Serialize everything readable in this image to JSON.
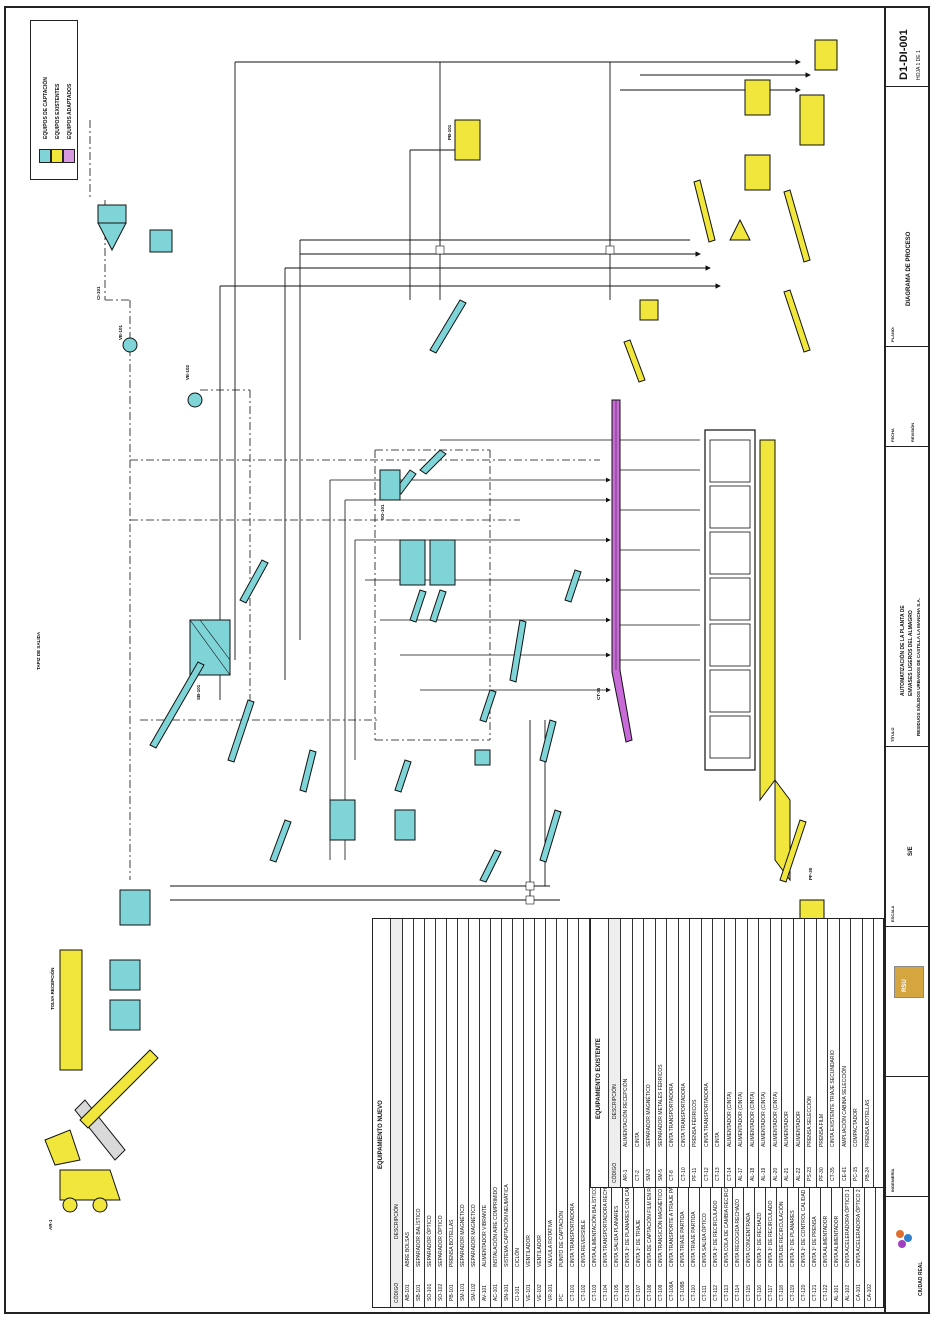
{
  "legend": {
    "items": [
      {
        "label": "EQUIPOS DE CAPTACIÓN",
        "color": "#7fd4d8"
      },
      {
        "label": "EQUIPOS EXISTENTES",
        "color": "#f0e63c"
      },
      {
        "label": "EQUIPOS ADAPTADOS",
        "color": "#d79ae0"
      }
    ]
  },
  "colors": {
    "cyan": "#7fd4d8",
    "yellow": "#f0e63c",
    "violet": "#c86ad8",
    "ink": "#111111"
  },
  "drawing_label": "TAPIZ DE SALIDA",
  "new_equipment": {
    "title": "EQUIPAMIENTO NUEVO",
    "headers": [
      "CÓDIGO",
      "DESCRIPCIÓN"
    ],
    "rows": [
      [
        "AB-101",
        "ABRE BOLSAS"
      ],
      [
        "SB-101",
        "SEPARADOR BALÍSTICO"
      ],
      [
        "SO-101",
        "SEPARADOR ÓPTICO"
      ],
      [
        "SO-102",
        "SEPARADOR ÓPTICO"
      ],
      [
        "PB-101",
        "PRENSA BOTELLAS"
      ],
      [
        "SM-101",
        "SEPARADOR MAGNÉTICO"
      ],
      [
        "SM-102",
        "SEPARADOR MAGNÉTICO"
      ],
      [
        "AV-101",
        "ALIMENTADOR VIBRANTE"
      ],
      [
        "AC-101",
        "INSTALACIÓN AIRE COMPRIMIDO"
      ],
      [
        "SN-101",
        "SISTEMA CAPTACIÓN NEUMÁTICA"
      ],
      [
        "CI-101",
        "CICLÓN"
      ],
      [
        "VE-101",
        "VENTILADOR"
      ],
      [
        "VE-102",
        "VENTILADOR"
      ],
      [
        "VR-101",
        "VÁLVULA ROTATIVA"
      ],
      [
        "PC",
        "PUNTO DE CAPTACIÓN"
      ],
      [
        "CT-101",
        "CINTA TRANSPORTADORA"
      ],
      [
        "CT-102",
        "CINTA REVERSIBLE"
      ],
      [
        "CT-103",
        "CINTA ALIMENTACIÓN BALÍSTICO"
      ],
      [
        "CT-104",
        "CINTA TRANSPORTADORA RECHAZOS"
      ],
      [
        "CT-105",
        "CINTA SALIDA PLANARES"
      ],
      [
        "CT-106",
        "CINTA 1º DE PLANARES CON CAPTACIÓN"
      ],
      [
        "CT-107",
        "CINTA 1º DE TRIAJE"
      ],
      [
        "CT-108",
        "CINTA DE CAPTACIÓN FILM EN RODANTES"
      ],
      [
        "CT-109",
        "CINTA TRANSICIÓN MAGNÉTICO / PET RODANTES"
      ],
      [
        "CT-109A",
        "CINTA TRANSPORTE A TRIAJE PARTIDA"
      ],
      [
        "CT-109B",
        "CINTA TRIAJE PARTIDA"
      ],
      [
        "CT-110",
        "CINTA TRIAJE PARTIDA"
      ],
      [
        "CT-111",
        "CINTA SALIDA ÓPTICO"
      ],
      [
        "CT-112",
        "CINTA 1º DE RECIRCULADO"
      ],
      [
        "CT-113",
        "CINTA COLA DE CAMBIA RECIRCULACIÓN ÓPTICO"
      ],
      [
        "CT-114",
        "CINTA RECOGIDA RECHAZO"
      ],
      [
        "CT-115",
        "CINTA CONCENTRADA"
      ],
      [
        "CT-116",
        "CINTA 1º DE RECHAZO"
      ],
      [
        "CT-117",
        "CINTA 1º DE RECIRCULADO"
      ],
      [
        "CT-118",
        "CINTA DE RECIRCULACIÓN"
      ],
      [
        "CT-119",
        "CINTA 1º DE PLANARES"
      ],
      [
        "CT-120",
        "CINTA 1º DE CONTROL CALIDAD"
      ],
      [
        "CT-121",
        "CINTA 1º DE PRENSA"
      ],
      [
        "CT-122",
        "CINTA ALIMENTADOR"
      ],
      [
        "AL-101",
        "CINTA ALIMENTADOR"
      ],
      [
        "AL-102",
        "CINTA ACELERADORA ÓPTICO 1"
      ],
      [
        "CA-101",
        "CINTA ACELERADORA ÓPTICO 2"
      ],
      [
        "CA-102",
        ""
      ]
    ]
  },
  "existing_equipment": {
    "title": "EQUIPAMIENTO EXISTENTE",
    "headers": [
      "CÓDIGO",
      "DESCRIPCIÓN"
    ],
    "rows": [
      [
        "AR-1",
        "ALIMENTACIÓN RECEPCIÓN"
      ],
      [
        "CT-2",
        "CINTA"
      ],
      [
        "SM-3",
        "SEPARADOR MAGNÉTICO"
      ],
      [
        "SM-5",
        "SEPARADOR METALES FÉRRICOS"
      ],
      [
        "CT-8",
        "CINTA TRANSPORTADORA"
      ],
      [
        "CT-10",
        "CINTA TRANSPORTADORA"
      ],
      [
        "PF-11",
        "PRENSA FÉRRICOS"
      ],
      [
        "CT-12",
        "CINTA TRANSPORTADORA"
      ],
      [
        "CT-13",
        "CINTA"
      ],
      [
        "CT-14",
        "ALIMENTADOR (CINTA)"
      ],
      [
        "AL-17",
        "ALIMENTADOR (CINTA)"
      ],
      [
        "AL-18",
        "ALIMENTADOR (CINTA)"
      ],
      [
        "AL-19",
        "ALIMENTADOR (CINTA)"
      ],
      [
        "AL-20",
        "ALIMENTADOR (CINTA)"
      ],
      [
        "AL-21",
        "ALIMENTADOR"
      ],
      [
        "AL-22",
        "ALIMENTADOR"
      ],
      [
        "PS-23",
        "PRENSA SELECCIÓN"
      ],
      [
        "PF-30",
        "PRENSA FILM"
      ],
      [
        "CT-35",
        "CINTA EXISTENTE TRIAJE SECUNDARIO"
      ],
      [
        "CE-61",
        "AMPLIACIÓN CABINA SELECCIÓN"
      ],
      [
        "PC-15",
        "COMPACTADOR"
      ],
      [
        "PB-24",
        "PRENSA BOTELLAS"
      ]
    ]
  },
  "title_block": {
    "plano_label": "PLANO:",
    "plano_value": "DIAGRAMA DE PROCESO",
    "sheet_number": "D1-DI-001",
    "sheet_of": "HOJA 1 DE 1",
    "titulo_label": "TÍTULO",
    "titulo_lines": [
      "AUTOMATIZACIÓN DE LA PLANTA DE",
      "ENVASES LIGEROS DEL ALMAGRO",
      "RESIDUOS SÓLIDOS URBANOS DE CASTILLA LA MANCHA S.A."
    ],
    "escala_label": "ESCALA",
    "escala_value": "S/E",
    "fecha_label": "FECHA",
    "revision_label": "REVISIÓN",
    "cliente_logo_text": "CIUDAD REAL",
    "partner_logo_text": "RSU",
    "ingenieria_label": "INGENIERÍA"
  },
  "stream_labels": {
    "cyclone": "CI-101",
    "fan1": "VE-101",
    "fan2": "VE-102",
    "ballistic": "SB-101",
    "optical": "SO-101",
    "conveyor_main": "CT-35",
    "press_film": "PF-30",
    "press_bottles": "PB-101",
    "feeder": "AR-1",
    "hopper": "TOLVA RECEPCIÓN"
  }
}
